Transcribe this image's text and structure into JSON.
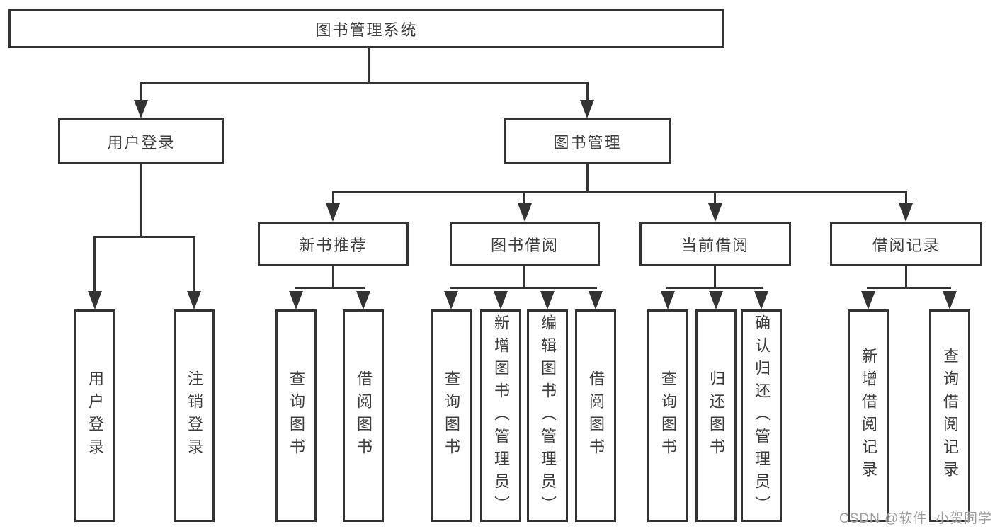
{
  "diagram": {
    "root": {
      "label": "图书管理系统"
    },
    "branches": [
      {
        "label": "用户登录",
        "children": [
          {
            "label": "用户登录"
          },
          {
            "label": "注销登录"
          }
        ]
      },
      {
        "label": "图书管理",
        "children": [
          {
            "label": "新书推荐",
            "children": [
              {
                "label": "查询图书"
              },
              {
                "label": "借阅图书"
              }
            ]
          },
          {
            "label": "图书借阅",
            "children": [
              {
                "label": "查询图书"
              },
              {
                "label": "新增图书（管理员）"
              },
              {
                "label": "编辑图书（管理员）"
              },
              {
                "label": "借阅图书"
              }
            ]
          },
          {
            "label": "当前借阅",
            "children": [
              {
                "label": "查询图书"
              },
              {
                "label": "归还图书"
              },
              {
                "label": "确认归还（管理员）"
              }
            ]
          },
          {
            "label": "借阅记录",
            "children": [
              {
                "label": "新增借阅记录"
              },
              {
                "label": "查询借阅记录"
              }
            ]
          }
        ]
      }
    ],
    "colors": {
      "line": "#333333",
      "text": "#3d3d3d",
      "box_background": "#ffffff",
      "watermark": "#9e9e9e"
    }
  },
  "watermark": {
    "text": "CSDN @软件_小贺同学"
  }
}
